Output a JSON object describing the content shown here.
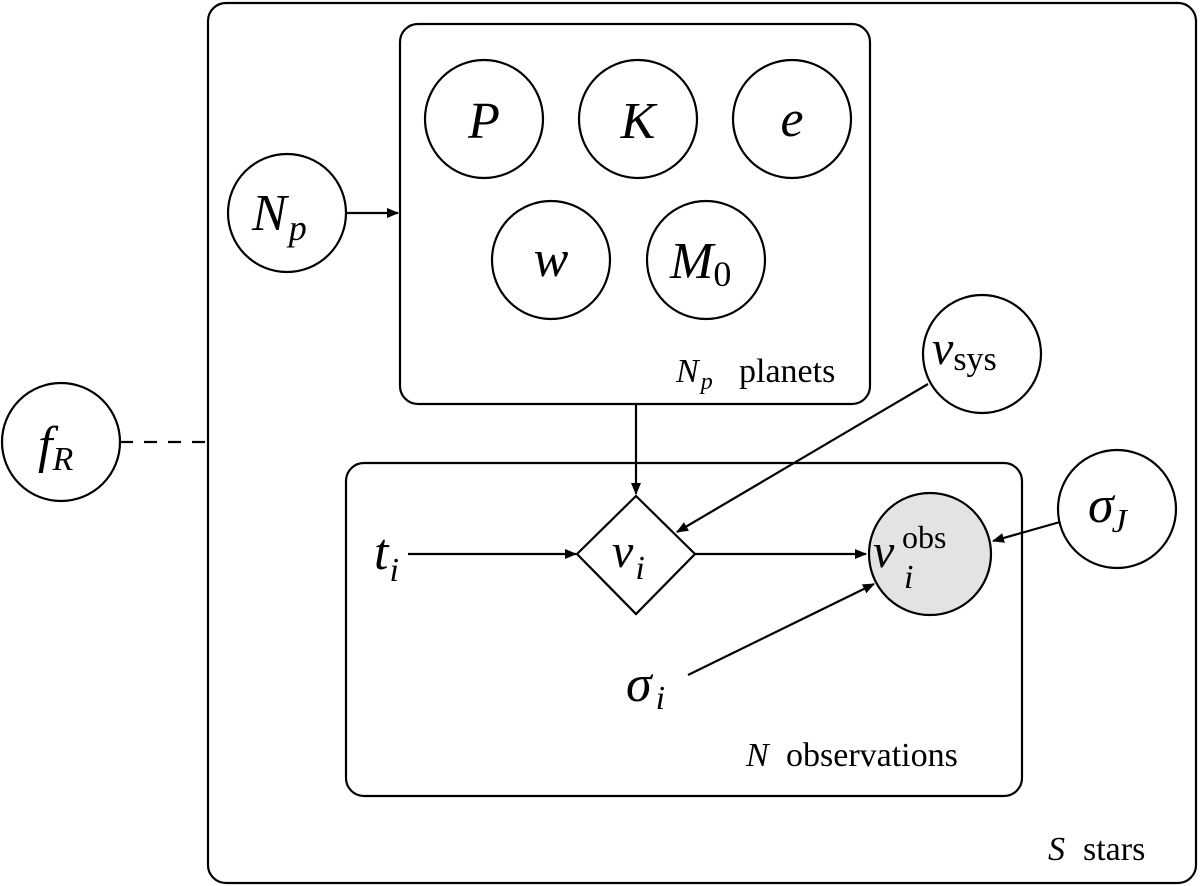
{
  "plates": {
    "stars": {
      "count_symbol": "S",
      "label": "stars"
    },
    "planets": {
      "count_symbol": "N",
      "count_subscript": "p",
      "label": "planets"
    },
    "observations": {
      "count_symbol": "N",
      "label": "observations"
    }
  },
  "nodes": {
    "f_R": {
      "symbol": "f",
      "subscript": "R"
    },
    "N_p": {
      "symbol": "N",
      "subscript": "p"
    },
    "P": {
      "symbol": "P"
    },
    "K": {
      "symbol": "K"
    },
    "e": {
      "symbol": "e"
    },
    "w": {
      "symbol": "w"
    },
    "M_0": {
      "symbol": "M",
      "subscript": "0"
    },
    "v_sys": {
      "symbol": "v",
      "subscript": "sys"
    },
    "sigma_J": {
      "symbol": "σ",
      "subscript": "J"
    },
    "v_i": {
      "symbol": "v",
      "subscript": "i"
    },
    "v_obs": {
      "symbol": "v",
      "superscript": "obs",
      "subscript": "i"
    },
    "t_i": {
      "symbol": "t",
      "subscript": "i"
    },
    "sigma_i": {
      "symbol": "σ",
      "subscript": "i"
    }
  },
  "colors": {
    "stroke": "#000000",
    "observed_fill": "#e3e3e3",
    "background": "#ffffff"
  }
}
